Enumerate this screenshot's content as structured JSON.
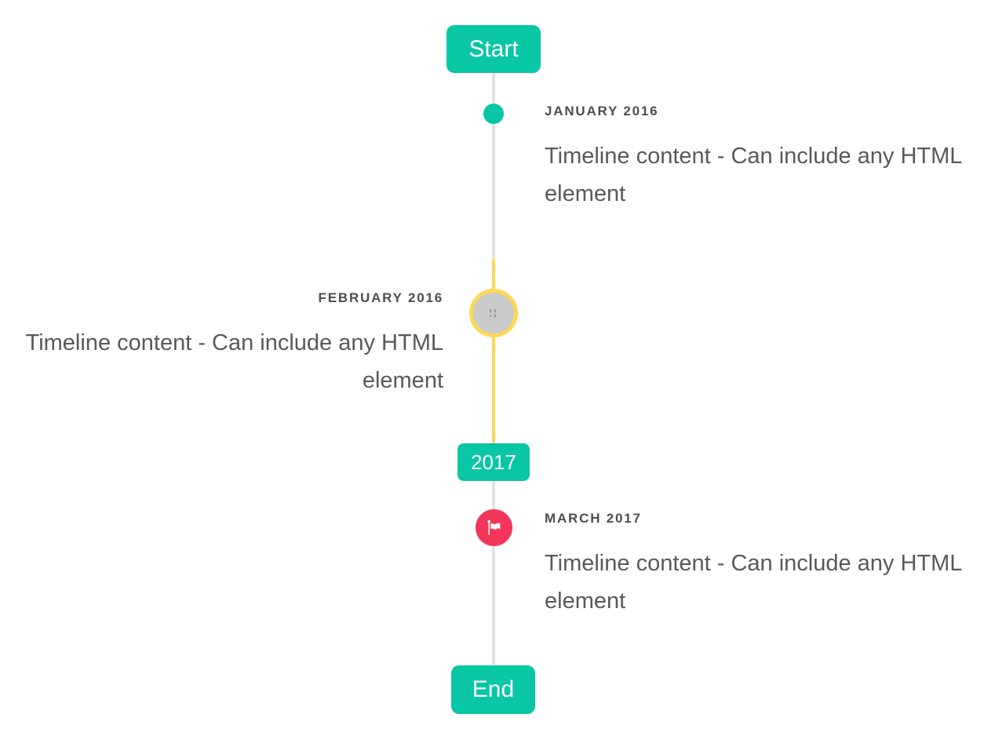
{
  "colors": {
    "accent": "#09c6a4",
    "warning": "#fbd955",
    "danger": "#f5365c",
    "line": "#e1e1e1",
    "marker_gray": "#cbcbcb",
    "broken_icon": "#9b9b9b",
    "date_text": "#4d4d4d",
    "content_text": "#58595b",
    "badge_text": "#ffffff",
    "background": "#ffffff"
  },
  "timeline": {
    "start_label": "Start",
    "end_label": "End",
    "year_badge": "2017",
    "items": [
      {
        "date": "JANUARY 2016",
        "content": "Timeline content - Can include any HTML element",
        "side": "right",
        "marker": "teal-dot"
      },
      {
        "date": "FEBRUARY 2016",
        "content": "Timeline content - Can include any HTML element",
        "side": "left",
        "marker": "gray-circle-yellow-ring-broken-image"
      },
      {
        "date": "MARCH 2017",
        "content": "Timeline content - Can include any HTML element",
        "side": "right",
        "marker": "red-flag-circle"
      }
    ]
  }
}
